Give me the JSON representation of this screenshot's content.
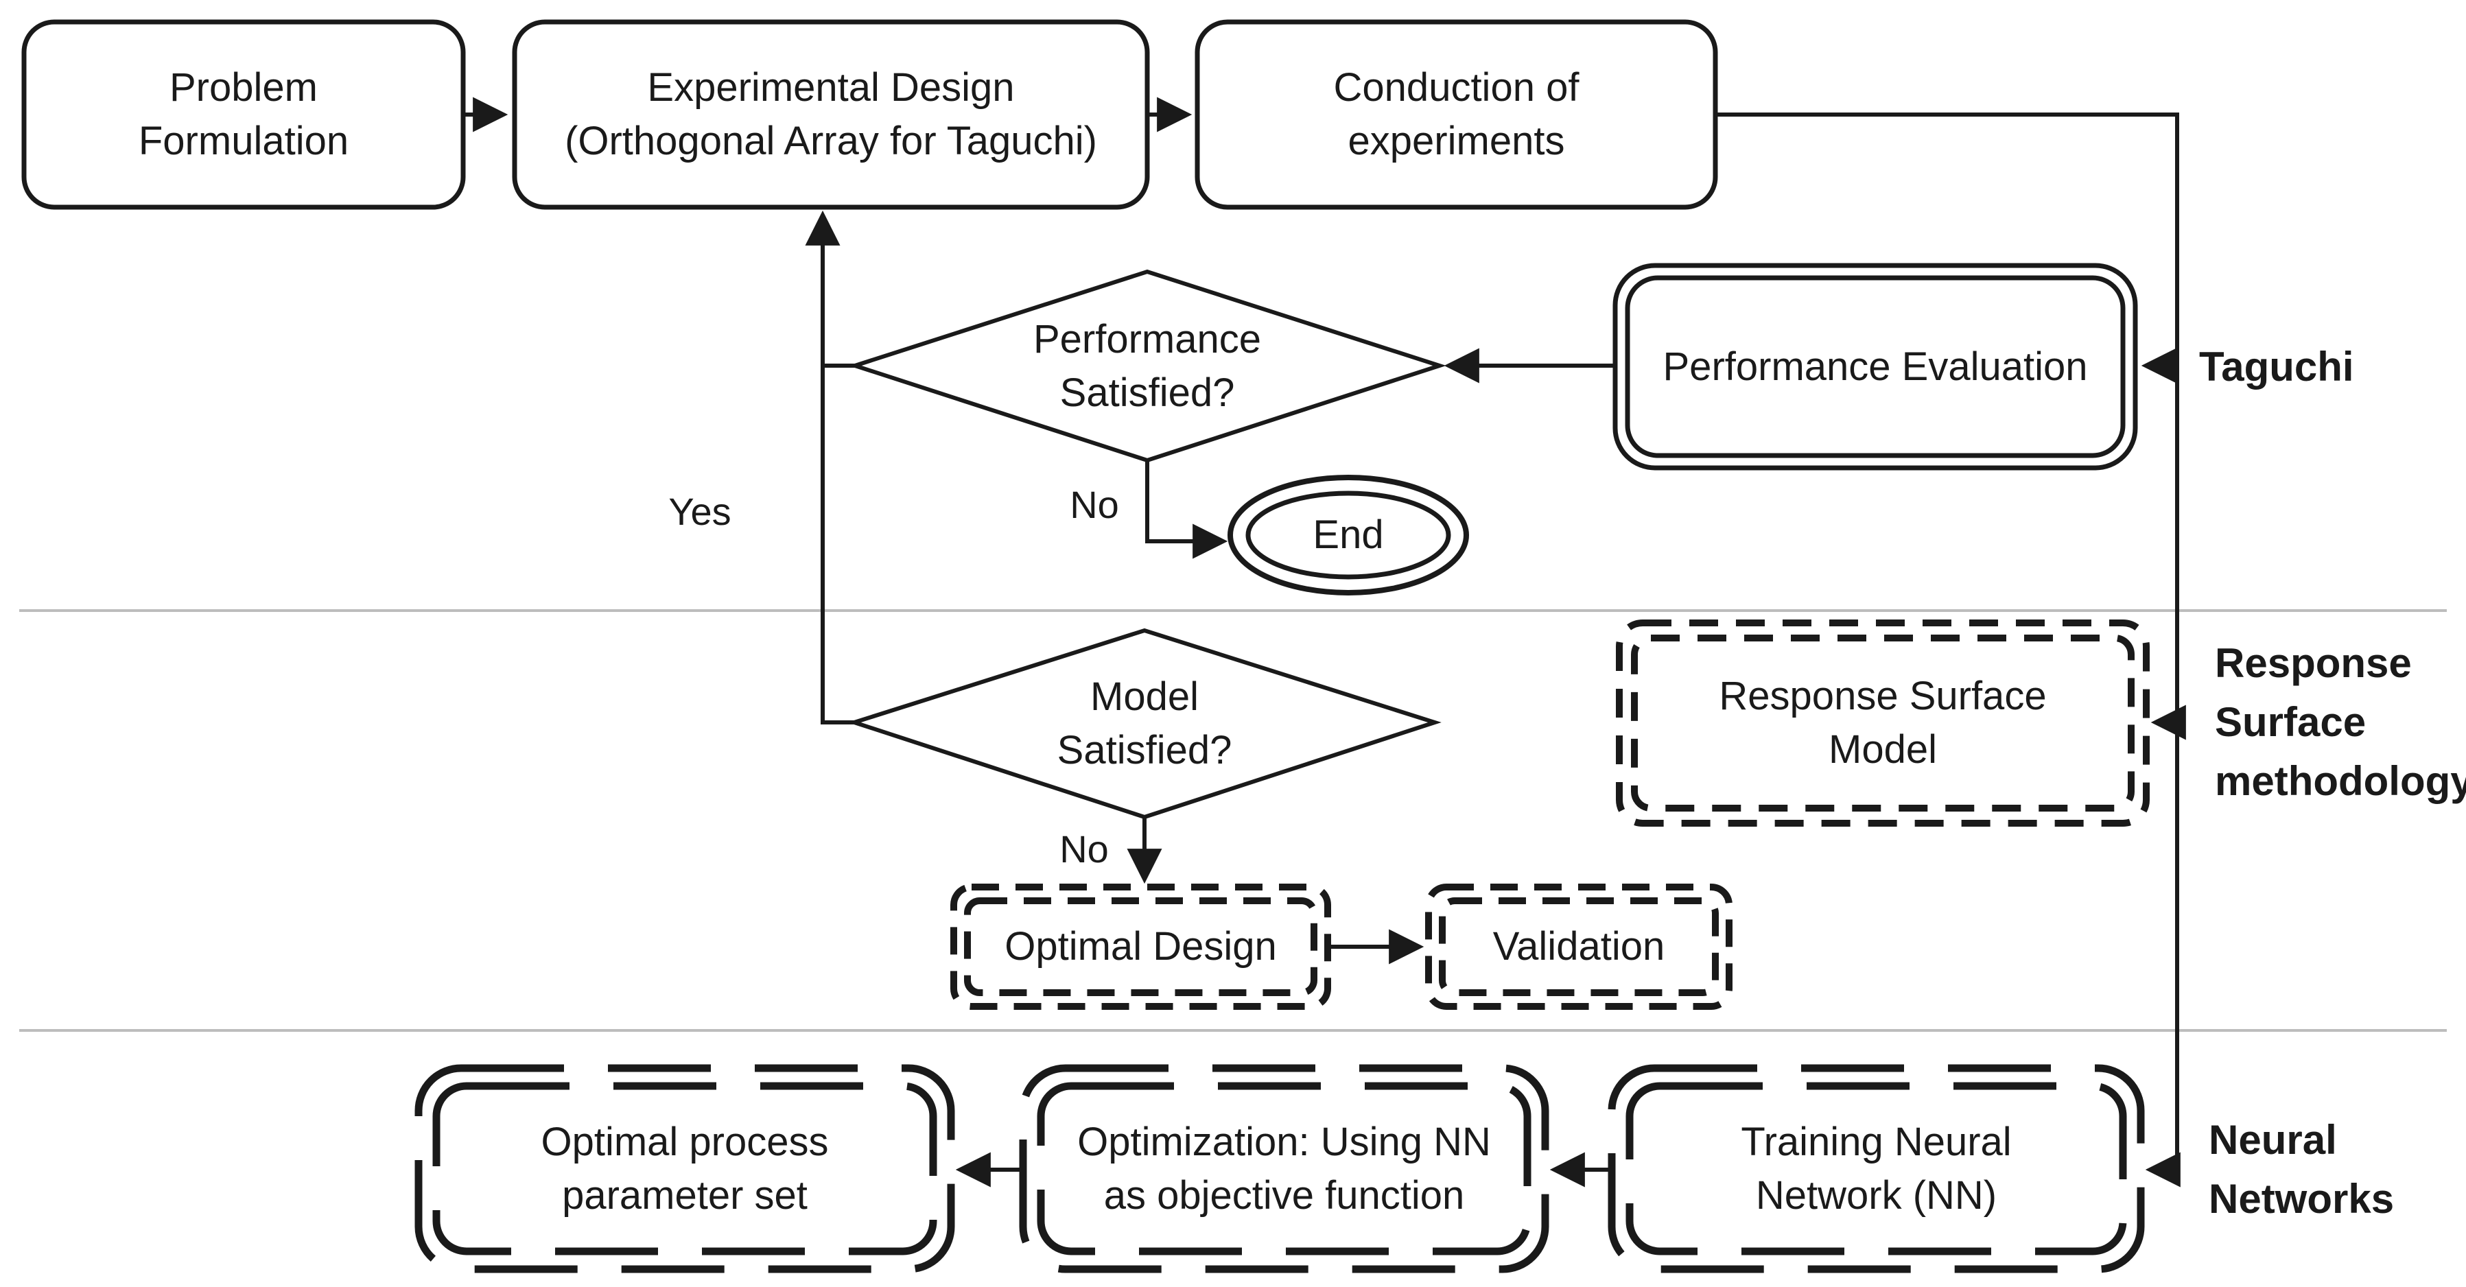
{
  "colors": {
    "stroke": "#1a1a1a",
    "text": "#1a1a1a",
    "background": "#ffffff",
    "separator": "#bdbdbd"
  },
  "nodes": {
    "problem_formulation": {
      "line1": "Problem",
      "line2": "Formulation"
    },
    "experimental_design": {
      "line1": "Experimental Design",
      "line2": "(Orthogonal Array for Taguchi)"
    },
    "conduction_of_experiments": {
      "line1": "Conduction of",
      "line2": "experiments"
    },
    "performance_satisfied": {
      "line1": "Performance",
      "line2": "Satisfied?"
    },
    "performance_evaluation": {
      "label": "Performance Evaluation"
    },
    "end": {
      "label": "End"
    },
    "model_satisfied": {
      "line1": "Model",
      "line2": "Satisfied?"
    },
    "response_surface_model": {
      "line1": "Response Surface",
      "line2": "Model"
    },
    "optimal_design": {
      "label": "Optimal Design"
    },
    "validation": {
      "label": "Validation"
    },
    "optimal_process_parameter_set": {
      "line1": "Optimal process",
      "line2": "parameter set"
    },
    "optimization_using_nn": {
      "line1": "Optimization: Using NN",
      "line2": "as objective function"
    },
    "training_neural_network": {
      "line1": "Training Neural",
      "line2": "Network (NN)"
    }
  },
  "edge_labels": {
    "yes": "Yes",
    "no_performance": "No",
    "no_model": "No"
  },
  "section_labels": {
    "taguchi": "Taguchi",
    "rsm_line1": "Response",
    "rsm_line2": "Surface",
    "rsm_line3": "methodology",
    "nn_line1": "Neural",
    "nn_line2": "Networks"
  }
}
